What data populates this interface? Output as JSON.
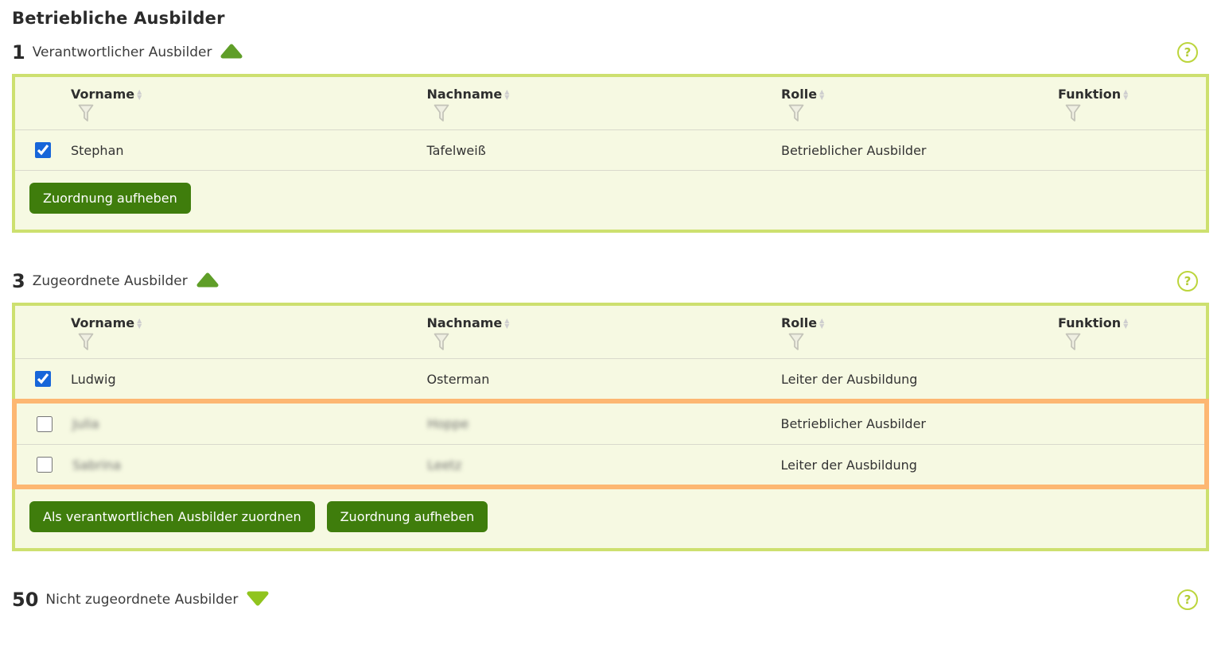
{
  "title": "Betriebliche Ausbilder",
  "help_icon_glyph": "?",
  "colors": {
    "table_border_green": "#cde06f",
    "table_background": "#f6f9e2",
    "button_green": "#3f7d0c",
    "highlight_orange": "#fdb772",
    "triangle_up_green": "#5f9e28",
    "triangle_down_green": "#90c41e",
    "checkbox_blue": "#1766d9",
    "help_green": "#b3cc36"
  },
  "sections": {
    "responsible": {
      "count": "1",
      "label": "Verantwortlicher Ausbilder",
      "collapse_state": "expanded",
      "columns": {
        "0": "Vorname",
        "1": "Nachname",
        "2": "Rolle",
        "3": "Funktion"
      },
      "rows": {
        "0": {
          "vorname": "Stephan",
          "nachname": "Tafelweiß",
          "rolle": "Betrieblicher Ausbilder",
          "funktion": "",
          "checked": "checked"
        }
      },
      "buttons": {
        "unassign": "Zuordnung aufheben"
      }
    },
    "assigned": {
      "count": "3",
      "label": "Zugeordnete Ausbilder",
      "collapse_state": "expanded",
      "columns": {
        "0": "Vorname",
        "1": "Nachname",
        "2": "Rolle",
        "3": "Funktion"
      },
      "rows": {
        "0": {
          "vorname": "Ludwig",
          "nachname": "Osterman",
          "rolle": "Leiter der Ausbildung",
          "funktion": "",
          "checked": "checked"
        },
        "1": {
          "vorname": "Julia",
          "nachname": "Hoppe",
          "rolle": "Betrieblicher Ausbilder",
          "funktion": ""
        },
        "2": {
          "vorname": "Sabrina",
          "nachname": "Leetz",
          "rolle": "Leiter der Ausbildung",
          "funktion": ""
        }
      },
      "buttons": {
        "assign_responsible": "Als verantwortlichen Ausbilder zuordnen",
        "unassign": "Zuordnung aufheben"
      }
    },
    "unassigned": {
      "count": "50",
      "label": "Nicht zugeordnete Ausbilder",
      "collapse_state": "collapsed"
    }
  }
}
